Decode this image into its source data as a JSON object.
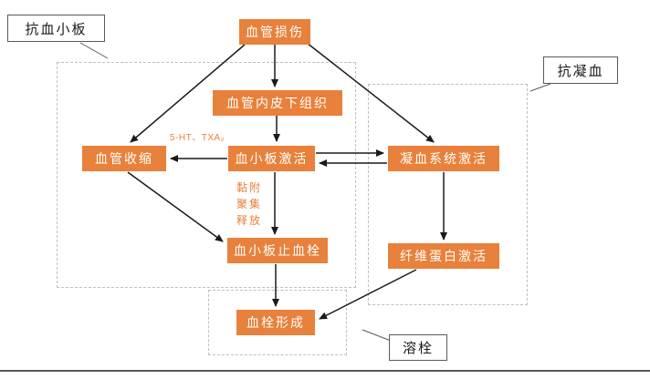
{
  "nodes": {
    "vascular_injury": {
      "label": "血管损伤"
    },
    "subendothelial_tissue": {
      "label": "血管内皮下组织"
    },
    "vasoconstriction": {
      "label": "血管收缩"
    },
    "platelet_activation": {
      "label": "血小板激活"
    },
    "coagulation_activation": {
      "label": "凝血系统激活"
    },
    "platelet_plug": {
      "label": "血小板止血栓"
    },
    "fibrin_activation": {
      "label": "纤维蛋白激活"
    },
    "thrombus_formation": {
      "label": "血栓形成"
    }
  },
  "callouts": {
    "antiplatelet": {
      "label": "抗血小板"
    },
    "anticoagulant": {
      "label": "抗凝血"
    },
    "thrombolysis": {
      "label": "溶栓"
    }
  },
  "annotations": {
    "mediators": "5-HT、TXA₂",
    "adhesion": "黏附",
    "aggregation": "聚集",
    "release": "释放"
  },
  "colors": {
    "node_background": "#E8813B",
    "node_text": "#FFFFFF",
    "annotation_text": "#E8813B",
    "arrow": "#1A1A1A",
    "dashed_border": "#BFBFBF",
    "callout_border": "#595959"
  }
}
